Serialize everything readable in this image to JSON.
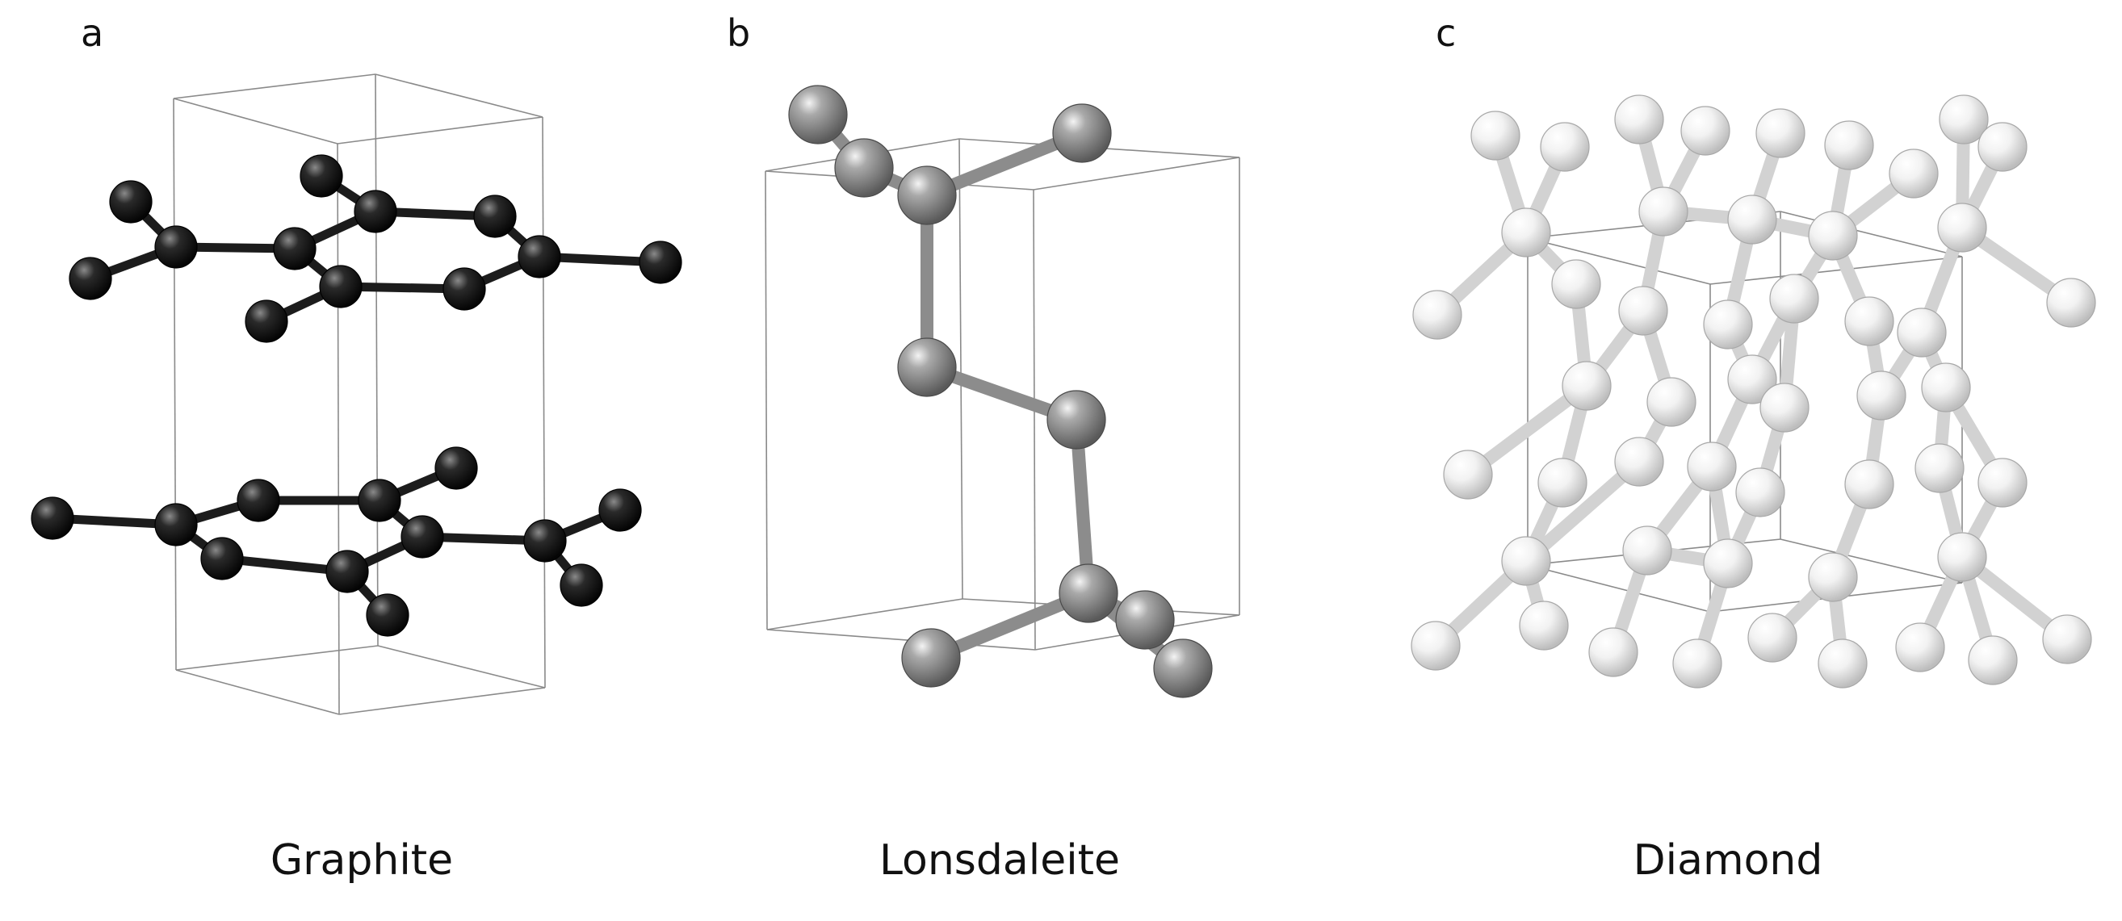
{
  "panels": [
    {
      "letter": "a",
      "caption": "Graphite"
    },
    {
      "letter": "b",
      "caption": "Lonsdaleite"
    },
    {
      "letter": "c",
      "caption": "Diamond"
    }
  ],
  "colors": {
    "background": "#ffffff",
    "cell_edge": "#8a8a8a",
    "graphite_atom": "#111111",
    "graphite_bond": "#1c1c1c",
    "lonsdaleite_atom": "#7d7d7d",
    "lonsdaleite_bond": "#8c8c8c",
    "diamond_atom": "#e6e6e6",
    "diamond_bond": "#d2d2d2"
  }
}
